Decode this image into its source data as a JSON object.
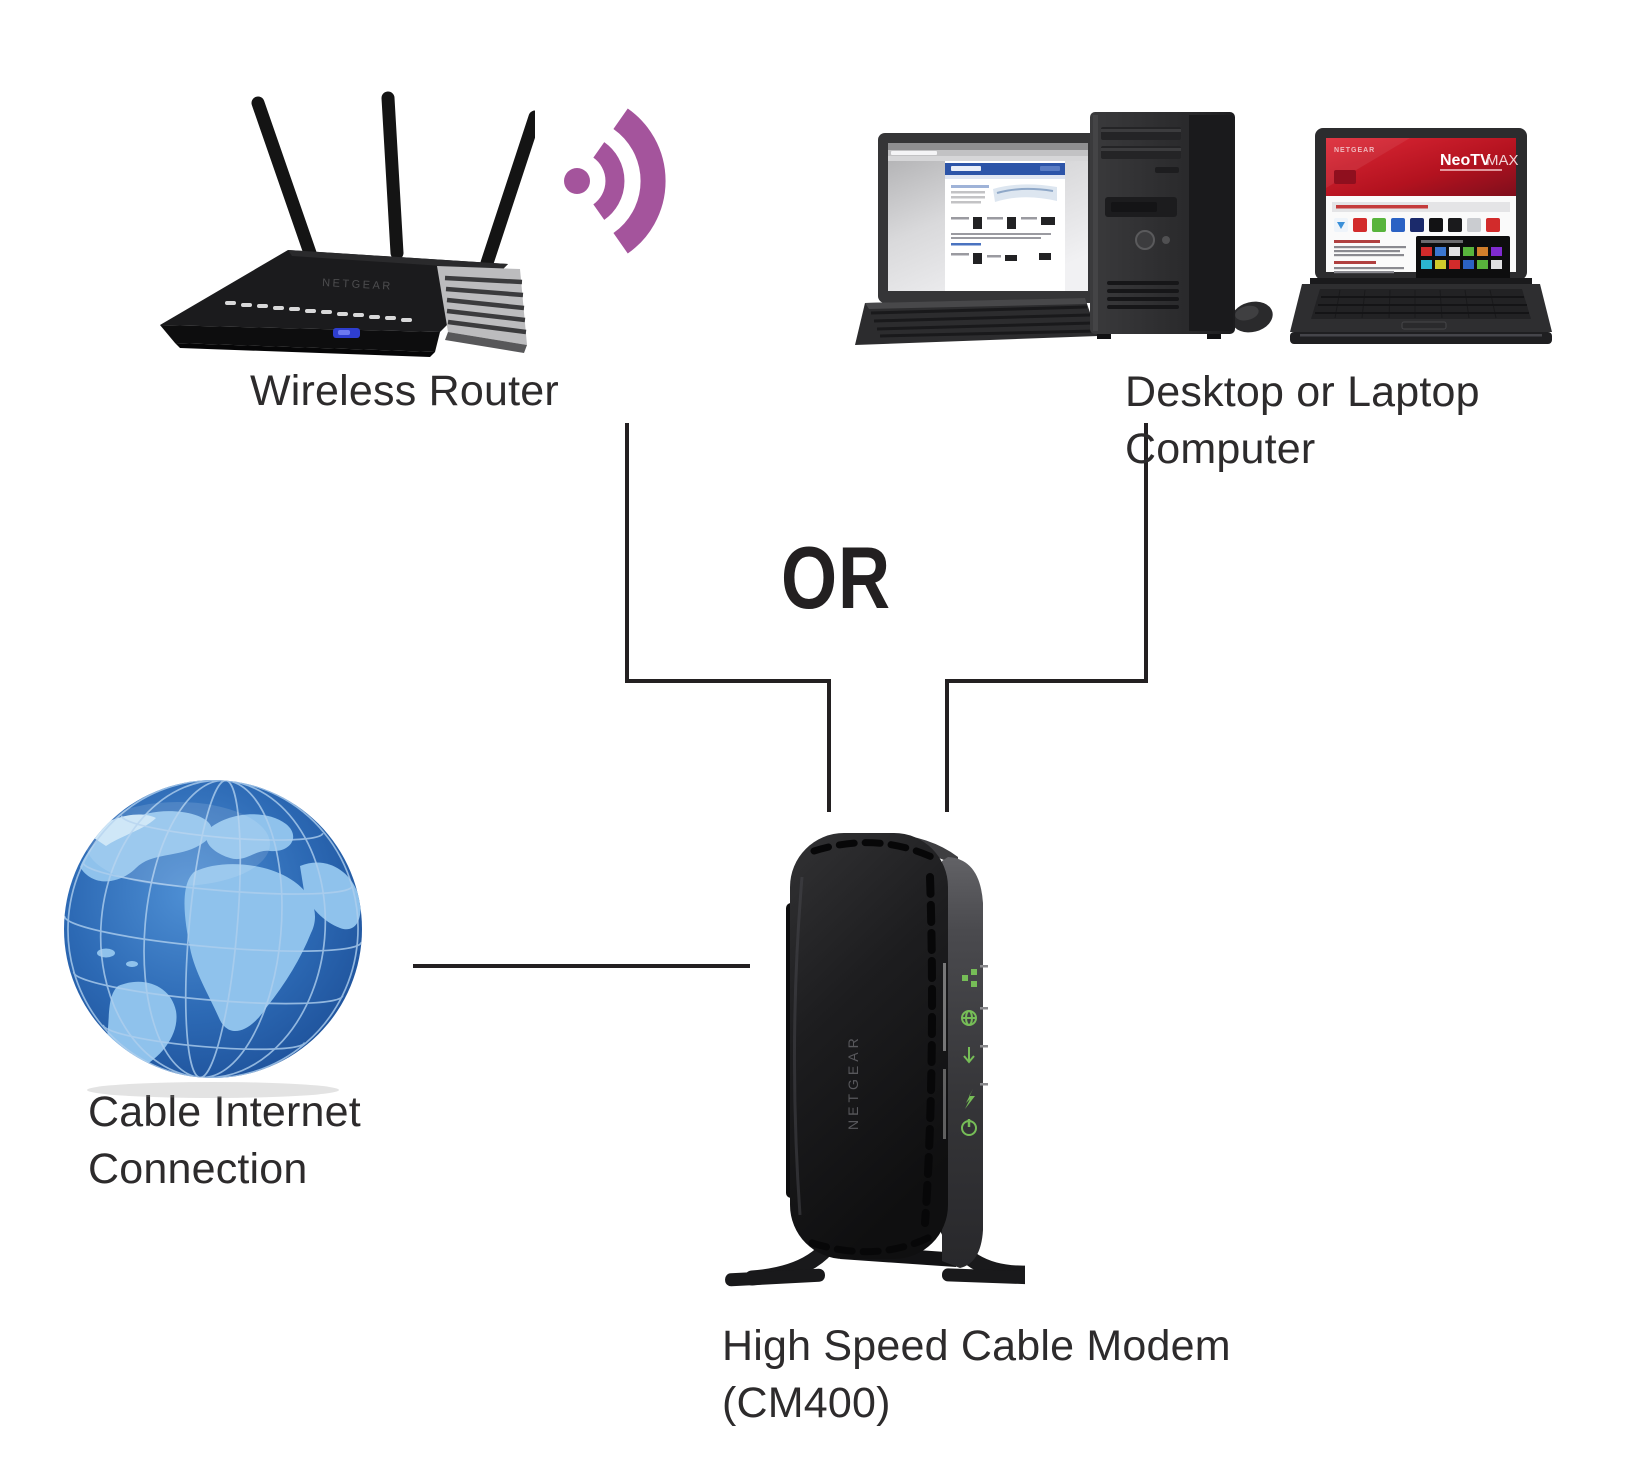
{
  "page": {
    "background": "#ffffff",
    "description_colors": {
      "connector_line": "#232021",
      "label_text": "#2d2b2c",
      "wifi_signal": "#a4549c",
      "modem_led_green": "#76bd57",
      "globe_ocean": "#2c69b4",
      "globe_land": "#8fc2ec",
      "laptop_banner_red": "#c41f2e"
    }
  },
  "labels": {
    "wireless_router": "Wireless Router",
    "desktop_line1": "Desktop or Laptop",
    "desktop_line2": "Computer",
    "or": "OR",
    "cable_internet_line1": "Cable Internet",
    "cable_internet_line2": "Connection",
    "modem_line1": "High Speed Cable Modem",
    "modem_line2": "(CM400)"
  },
  "device_text": {
    "router_brand": "NETGEAR",
    "modem_brand": "NETGEAR",
    "laptop_brand": "NETGEAR",
    "neotv_title": "NeoTV",
    "neotv_suffix": "MAX"
  },
  "icons": {
    "wifi_signal": "wifi-signal-icon",
    "modem_leds": [
      "ethernet-led-icon",
      "internet-led-icon",
      "downstream-led-icon",
      "upstream-led-icon",
      "power-led-icon"
    ]
  }
}
